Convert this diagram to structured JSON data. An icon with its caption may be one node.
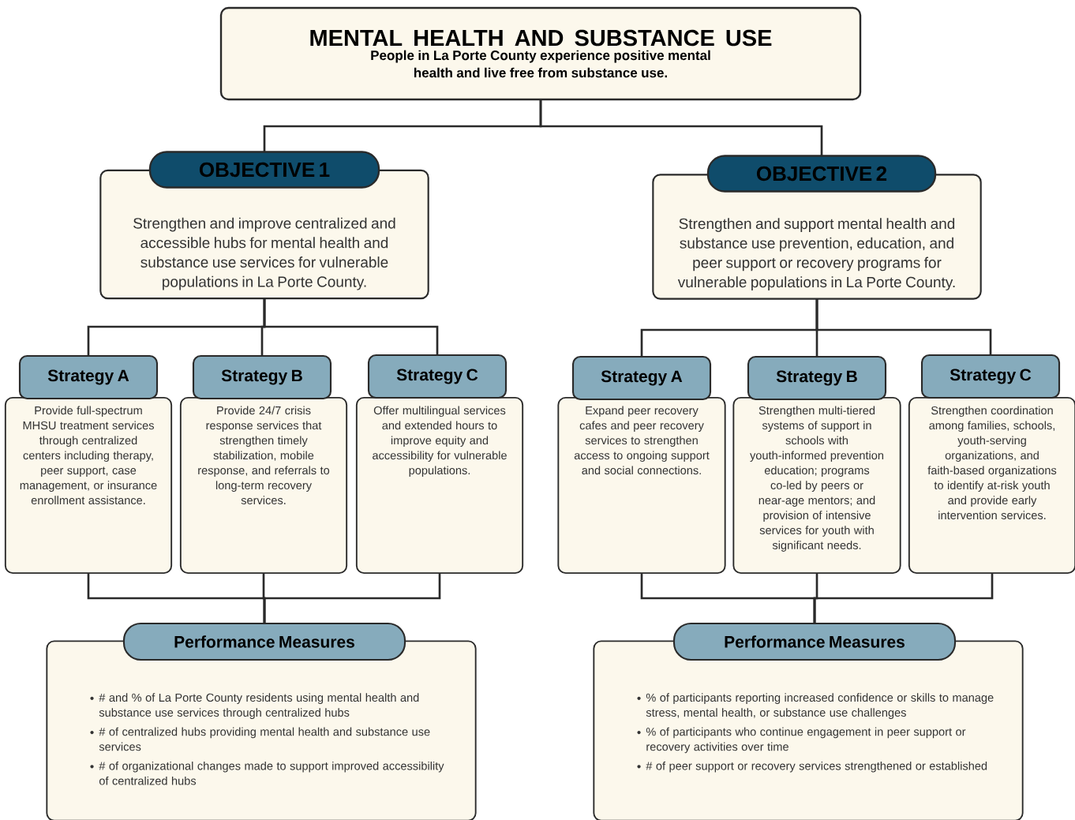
{
  "diagram": {
    "nodes": [
      {
        "text": [
          "MENTAL HEALTH AND SUBSTANCE USE",
          "People in La Porte County experience positive mental health and live free from substance use."
        ]
      },
      {
        "text": [
          "OBJECTIVE 1"
        ]
      },
      {
        "text": [
          "Strengthen and improve centralized and accessible hubs for mental health and substance use services for vulnerable populations in La Porte County."
        ]
      },
      {
        "text": [
          "OBJECTIVE 2"
        ]
      },
      {
        "text": [
          "Strengthen and support mental health and substance use prevention, education, and peer support or recovery programs for vulnerable populations in La Porte County."
        ]
      },
      {
        "text": [
          "Strategy A"
        ]
      },
      {
        "text": [
          "Provide full-spectrum MHSU treatment services through centralized centers including therapy, peer support, case management, or insurance enrollment assistance."
        ]
      },
      {
        "text": [
          "Strategy B"
        ]
      },
      {
        "text": [
          "Provide 24/7 crisis response services that strengthen timely stabilization, mobile response, and referrals to long-term recovery services."
        ]
      },
      {
        "text": [
          "Strategy C"
        ]
      },
      {
        "text": [
          "Offer multilingual services and extended hours to improve equity and accessibility for vulnerable populations."
        ]
      },
      {
        "text": [
          "Strategy A"
        ]
      },
      {
        "text": [
          "Expand peer recovery cafes and peer recovery services to strengthen access to ongoing support and social connections."
        ]
      },
      {
        "text": [
          "Strategy B"
        ]
      },
      {
        "text": [
          "Strengthen multi-tiered systems of support in schools with youth-informed prevention education; programs co-led by peers or near-age mentors; and provision of intensive services for youth with significant needs."
        ]
      },
      {
        "text": [
          "Strategy C"
        ]
      },
      {
        "text": [
          "Strengthen coordination among families, schools, youth-serving organizations, and faith-based organizations to identify at-risk youth and provide early intervention services."
        ]
      },
      {
        "text": [
          "Performance Measures"
        ]
      },
      {
        "text": [
          "# and % of La Porte County residents using mental health and substance use services through centralized hubs",
          "# of centralized hubs providing mental health and substance use services",
          "# of organizational changes made to support improved accessibility of centralized hubs"
        ]
      },
      {
        "text": [
          "Performance Measures"
        ]
      },
      {
        "text": [
          "% of participants reporting increased confidence or skills to manage stress, mental health, or substance use challenges",
          "% of participants who continue engagement in peer support or recovery activities over time",
          "# of peer support or recovery services strengthened or established"
        ]
      }
    ],
    "edges": [
      {
        "from": 0,
        "to": 1,
        "arrow": "none"
      },
      {
        "from": 0,
        "to": 3,
        "arrow": "none"
      },
      {
        "from": 2,
        "to": 5,
        "arrow": "none"
      },
      {
        "from": 2,
        "to": 7,
        "arrow": "none"
      },
      {
        "from": 2,
        "to": 9,
        "arrow": "none"
      },
      {
        "from": 4,
        "to": 11,
        "arrow": "none"
      },
      {
        "from": 4,
        "to": 13,
        "arrow": "none"
      },
      {
        "from": 4,
        "to": 15,
        "arrow": "none"
      },
      {
        "from": 6,
        "to": 17,
        "arrow": "none"
      },
      {
        "from": 8,
        "to": 17,
        "arrow": "none"
      },
      {
        "from": 10,
        "to": 17,
        "arrow": "none"
      },
      {
        "from": 12,
        "to": 19,
        "arrow": "none"
      },
      {
        "from": 14,
        "to": 19,
        "arrow": "none"
      },
      {
        "from": 16,
        "to": 19,
        "arrow": "none"
      }
    ]
  }
}
